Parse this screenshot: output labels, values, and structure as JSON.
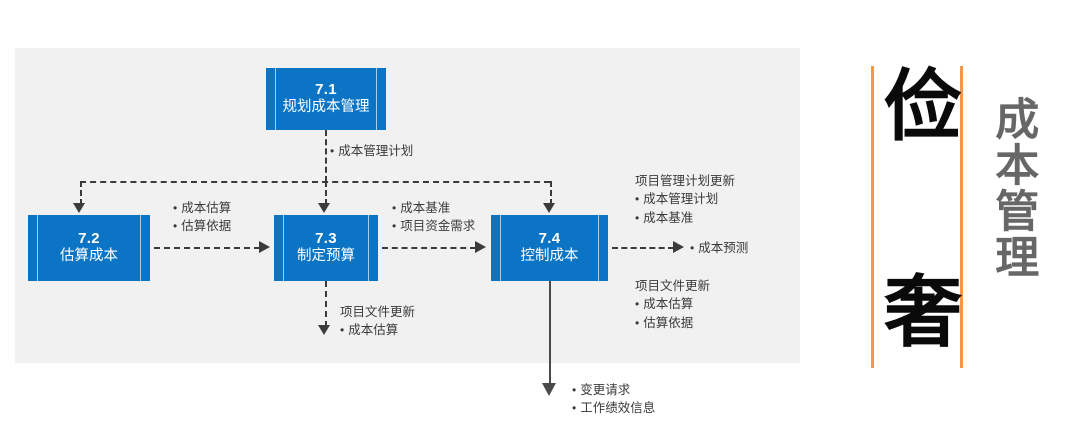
{
  "diagram": {
    "panel_bg": "#f1f1f1",
    "box_color": "#0c74c4",
    "accent_color": "#f79646",
    "processes": [
      {
        "id": "7.1",
        "number": "7.1",
        "name": "规划成本管理"
      },
      {
        "id": "7.2",
        "number": "7.2",
        "name": "估算成本"
      },
      {
        "id": "7.3",
        "number": "7.3",
        "name": "制定预算"
      },
      {
        "id": "7.4",
        "number": "7.4",
        "name": "控制成本"
      }
    ],
    "labels": {
      "cost_management_plan": {
        "bullets": [
          "成本管理计划"
        ]
      },
      "estimate_outputs": {
        "bullets": [
          "成本估算",
          "估算依据"
        ]
      },
      "budget_outputs": {
        "bullets": [
          "成本基准",
          "项目资金需求"
        ]
      },
      "cost_forecast": {
        "bullets": [
          "成本预测"
        ]
      },
      "pm_plan_updates": {
        "header": "项目管理计划更新",
        "bullets": [
          "成本管理计划",
          "成本基准"
        ]
      },
      "project_doc_updates_right": {
        "header": "项目文件更新",
        "bullets": [
          "成本估算",
          "估算依据"
        ]
      },
      "project_doc_updates_mid": {
        "header": "项目文件更新",
        "bullets": [
          "成本估算"
        ]
      },
      "control_outputs": {
        "bullets": [
          "变更请求",
          "工作绩效信息"
        ]
      }
    }
  },
  "title_panel": {
    "big_chars": [
      "俭",
      "奢"
    ],
    "vertical_title": "成本管理"
  }
}
